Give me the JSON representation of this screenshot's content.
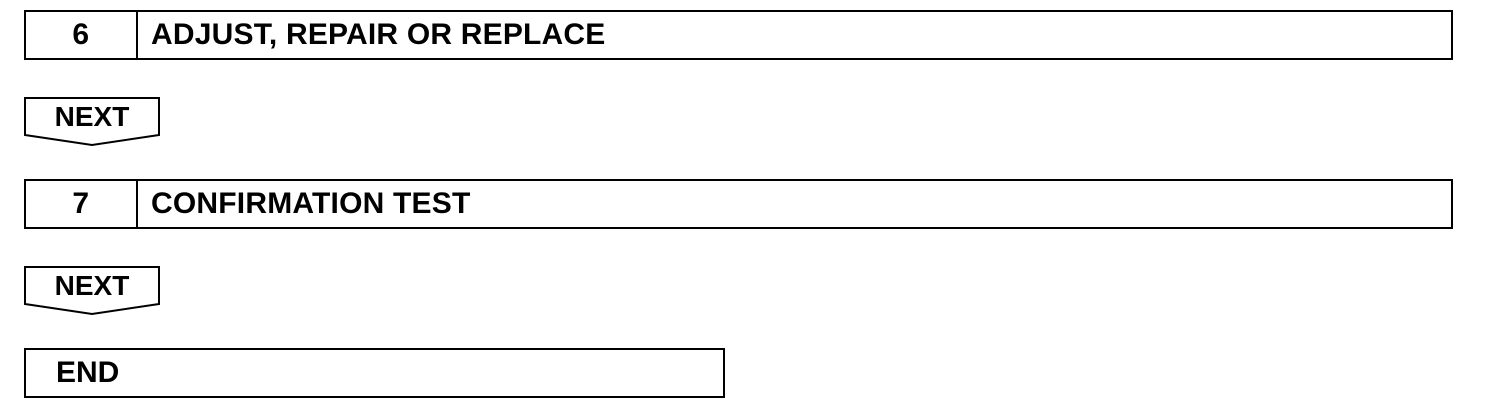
{
  "steps": [
    {
      "number": "6",
      "title": "ADJUST, REPAIR OR REPLACE"
    },
    {
      "number": "7",
      "title": "CONFIRMATION TEST"
    }
  ],
  "next_label": "NEXT",
  "end_label": "END"
}
